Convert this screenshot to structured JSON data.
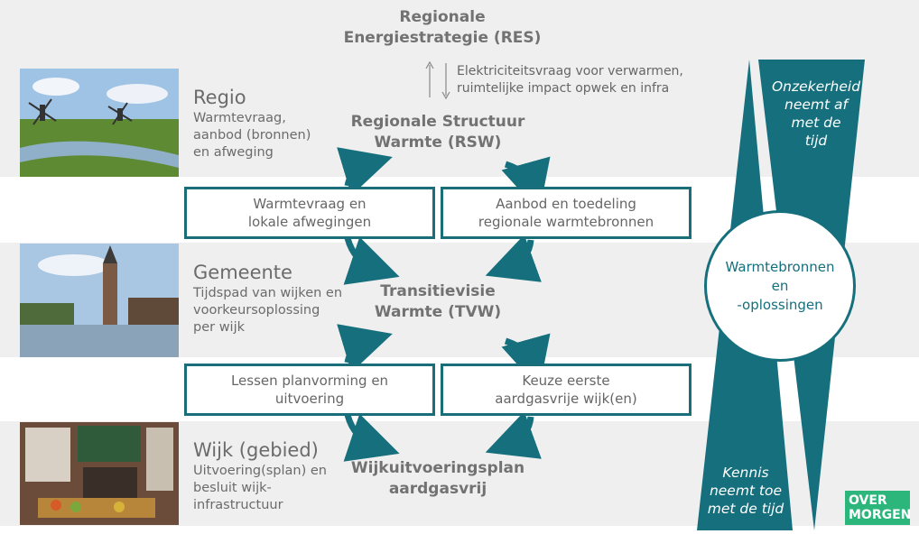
{
  "res": {
    "line1": "Regionale",
    "line2": "Energiestrategie (RES)"
  },
  "res_note": {
    "line1": "Elektriciteitsvraag voor verwarmen,",
    "line2": "ruimtelijke impact opwek en infra"
  },
  "levels": [
    {
      "title": "Regio",
      "desc": [
        "Warmtevraag,",
        "aanbod (bronnen)",
        "en afweging"
      ]
    },
    {
      "title": "Gemeente",
      "desc": [
        "Tijdspad van wijken en",
        "voorkeursoplossing",
        "per wijk"
      ]
    },
    {
      "title": "Wijk (gebied)",
      "desc": [
        "Uitvoering(splan) en",
        "besluit wijk-",
        "infrastructuur"
      ]
    }
  ],
  "headers": {
    "rsw": [
      "Regionale Structuur",
      "Warmte (RSW)"
    ],
    "tvw": [
      "Transitievisie",
      "Warmte (TVW)"
    ],
    "wup": [
      "Wijkuitvoeringsplan",
      "aardgasvrij"
    ]
  },
  "boxes": {
    "b1": [
      "Warmtevraag en",
      "lokale afwegingen"
    ],
    "b2": [
      "Aanbod en toedeling",
      "regionale warmtebronnen"
    ],
    "b3": [
      "Lessen planvorming en",
      "uitvoering"
    ],
    "b4": [
      "Keuze eerste",
      "aardgasvrije wijk(en)"
    ]
  },
  "uncertainty": [
    "Onzekerheid",
    "neemt af",
    "met de",
    "tijd"
  ],
  "knowledge": [
    "Kennis",
    "neemt toe",
    "met de tijd"
  ],
  "circle": [
    "Warmtebronnen",
    "en",
    "-oplossingen"
  ],
  "logo": [
    "OVER",
    "MORGEN"
  ],
  "colors": {
    "teal": "#156f7c",
    "band": "#efefef",
    "logo_green": "#2db67c"
  }
}
